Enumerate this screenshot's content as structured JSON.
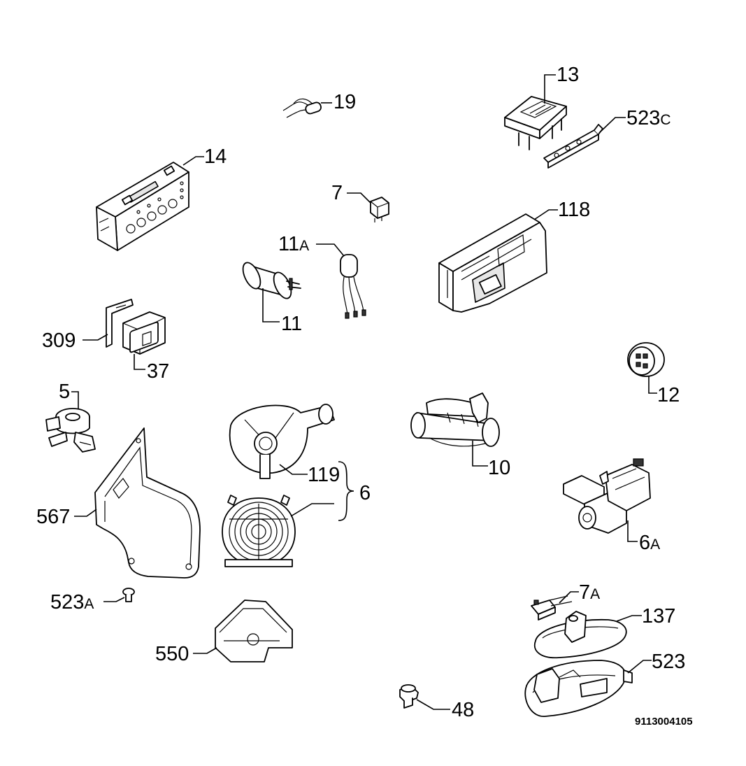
{
  "diagram_code": "9113004105",
  "callouts": {
    "c19": "19",
    "c13": "13",
    "c523c_num": "523",
    "c523c_suf": "C",
    "c14": "14",
    "c7": "7",
    "c118": "118",
    "c11a_num": "11",
    "c11a_suf": "A",
    "c11": "11",
    "c309": "309",
    "c37": "37",
    "c12": "12",
    "c5": "5",
    "c119": "119",
    "c6": "6",
    "c10": "10",
    "c567": "567",
    "c6a_num": "6",
    "c6a_suf": "A",
    "c523a_num": "523",
    "c523a_suf": "A",
    "c7a_num": "7",
    "c7a_suf": "A",
    "c137": "137",
    "c550": "550",
    "c523": "523",
    "c48": "48"
  }
}
